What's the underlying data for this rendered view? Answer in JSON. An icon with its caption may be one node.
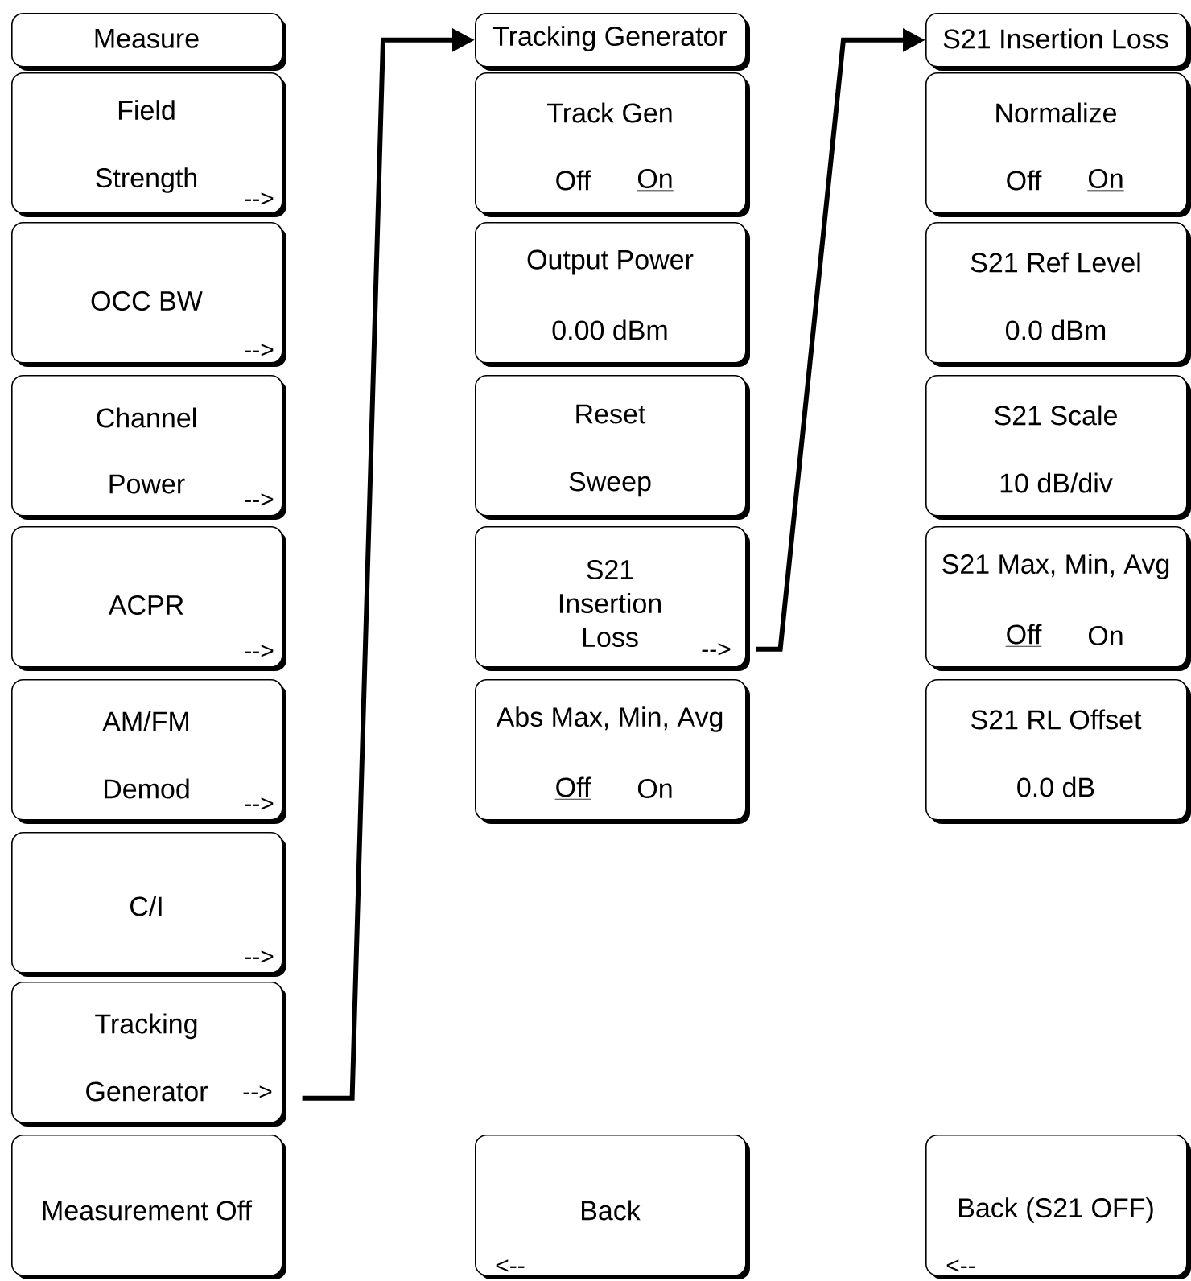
{
  "diagram": {
    "nodes": [
      {
        "text": [
          "Measure"
        ]
      },
      {
        "text": [
          "Field Strength",
          "-->"
        ]
      },
      {
        "text": [
          "OCC BW",
          "-->"
        ]
      },
      {
        "text": [
          "Channel Power",
          "-->"
        ]
      },
      {
        "text": [
          "ACPR",
          "-->"
        ]
      },
      {
        "text": [
          "AM/FM Demod",
          "-->"
        ]
      },
      {
        "text": [
          "C/I",
          "-->"
        ]
      },
      {
        "text": [
          "Tracking Generator",
          "-->"
        ]
      },
      {
        "text": [
          "Measurement Off"
        ]
      },
      {
        "text": [
          "Tracking Generator"
        ]
      },
      {
        "text": [
          "Track Gen",
          "Off",
          "On"
        ]
      },
      {
        "text": [
          "Output Power",
          "0.00 dBm"
        ]
      },
      {
        "text": [
          "Reset Sweep"
        ]
      },
      {
        "text": [
          "S21 Insertion Loss",
          "-->"
        ]
      },
      {
        "text": [
          "Abs Max, Min, Avg",
          "Off",
          "On"
        ]
      },
      {
        "text": [
          "Back",
          "<--"
        ]
      },
      {
        "text": [
          "S21 Insertion Loss"
        ]
      },
      {
        "text": [
          "Normalize",
          "Off",
          "On"
        ]
      },
      {
        "text": [
          "S21 Ref Level",
          "0.0 dBm"
        ]
      },
      {
        "text": [
          "S21 Scale",
          "10 dB/div"
        ]
      },
      {
        "text": [
          "S21 Max, Min, Avg",
          "Off",
          "On"
        ]
      },
      {
        "text": [
          "S21 RL Offset",
          "0.0 dB"
        ]
      },
      {
        "text": [
          "Back (S21 OFF)",
          "<--"
        ]
      }
    ],
    "edges": [
      {
        "from": 7,
        "to": 9,
        "arrow": "to"
      },
      {
        "from": 13,
        "to": 16,
        "arrow": "to"
      }
    ]
  }
}
